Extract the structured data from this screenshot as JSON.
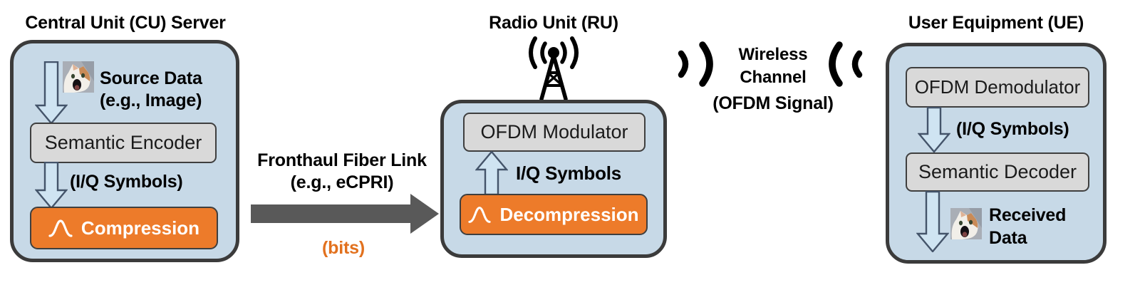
{
  "cu": {
    "title": "Central Unit (CU) Server",
    "source_line1": "Source Data",
    "source_line2": "(e.g., Image)",
    "encoder_label": "Semantic Encoder",
    "iq_label": "(I/Q Symbols)",
    "compression_label": "Compression"
  },
  "fronthaul": {
    "line1": "Fronthaul Fiber Link",
    "line2": "(e.g., eCPRI)",
    "bits_label": "(bits)"
  },
  "ru": {
    "title": "Radio Unit (RU)",
    "modulator_label": "OFDM Modulator",
    "iq_label": "I/Q Symbols",
    "decompression_label": "Decompression"
  },
  "wireless": {
    "line1": "Wireless",
    "line2": "Channel",
    "line3": "(OFDM Signal)"
  },
  "ue": {
    "title": "User Equipment (UE)",
    "demodulator_label": "OFDM Demodulator",
    "iq_label": "(I/Q Symbols)",
    "decoder_label": "Semantic Decoder",
    "received_line1": "Received",
    "received_line2": "Data"
  },
  "icons": {
    "antenna": "antenna-tower-icon",
    "compression_curve": "gaussian-curve-icon",
    "decompression_curve": "gaussian-curve-icon",
    "wireless_waves_left": "signal-waves-icon",
    "wireless_waves_right": "signal-waves-icon",
    "source_image": "cat-image",
    "received_image": "cat-image"
  },
  "colors": {
    "panel_fill": "#c7d9e7",
    "panel_border": "#3b3b3b",
    "block_fill": "#d9d9d9",
    "accent_orange": "#ed7b2a",
    "flow_arrow_fill": "#cfe4f2",
    "flow_arrow_border": "#44546a",
    "fronthaul_arrow": "#595959",
    "bits_text": "#e2711e"
  }
}
